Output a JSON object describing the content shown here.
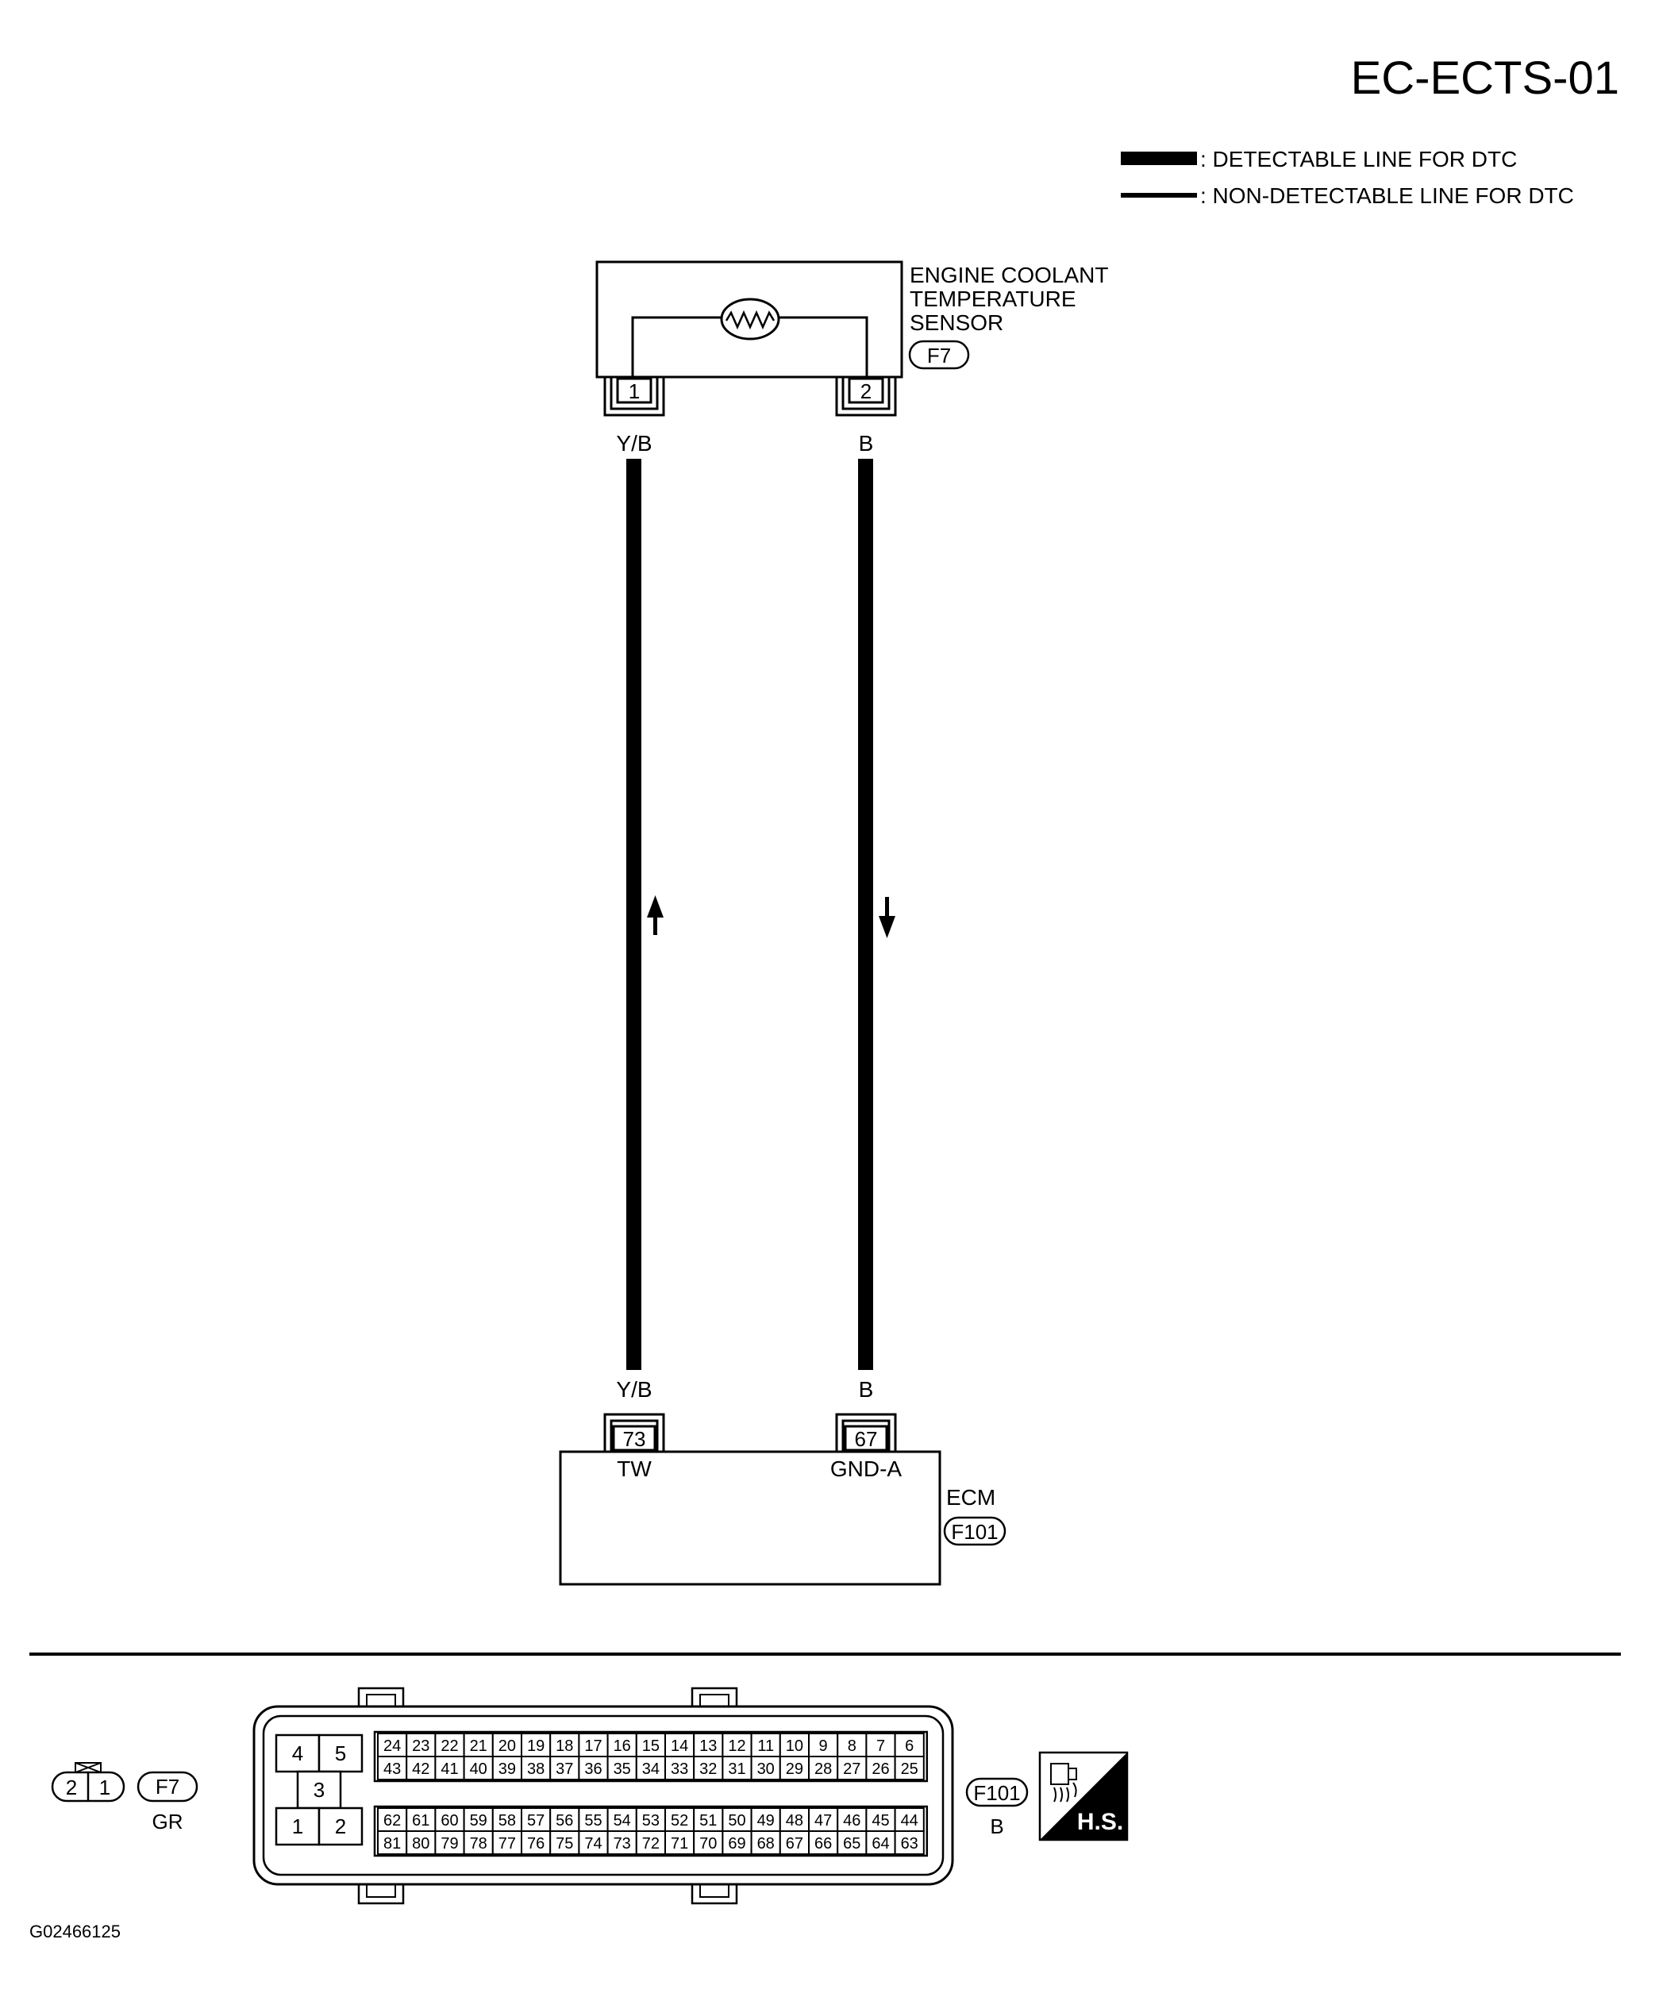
{
  "title": "EC-ECTS-01",
  "legend": [
    {
      "style": "thick",
      "label": ": DETECTABLE LINE FOR DTC"
    },
    {
      "style": "thin",
      "label": ": NON-DETECTABLE LINE FOR DTC"
    }
  ],
  "sensor": {
    "name_lines": [
      "ENGINE COOLANT",
      "TEMPERATURE",
      "SENSOR"
    ],
    "connector": "F7",
    "pins": [
      "1",
      "2"
    ]
  },
  "wires": [
    {
      "color_top": "Y/B",
      "color_bottom": "Y/B",
      "ecm_pin": "73",
      "signal": "TW",
      "flow": "up"
    },
    {
      "color_top": "B",
      "color_bottom": "B",
      "ecm_pin": "67",
      "signal": "GND-A",
      "flow": "down"
    }
  ],
  "ecm": {
    "name": "ECM",
    "connector": "F101"
  },
  "connector_views": {
    "f7": {
      "cavities": [
        "2",
        "1"
      ],
      "code": "F7",
      "color": "GR"
    },
    "f101": {
      "code": "F101",
      "color": "B",
      "big_pins": [
        "4",
        "5",
        "3",
        "1",
        "2"
      ],
      "row1": [
        "24",
        "23",
        "22",
        "21",
        "20",
        "19",
        "18",
        "17",
        "16",
        "15",
        "14",
        "13",
        "12",
        "11",
        "10",
        "9",
        "8",
        "7",
        "6"
      ],
      "row2": [
        "43",
        "42",
        "41",
        "40",
        "39",
        "38",
        "37",
        "36",
        "35",
        "34",
        "33",
        "32",
        "31",
        "30",
        "29",
        "28",
        "27",
        "26",
        "25"
      ],
      "row3": [
        "62",
        "61",
        "60",
        "59",
        "58",
        "57",
        "56",
        "55",
        "54",
        "53",
        "52",
        "51",
        "50",
        "49",
        "48",
        "47",
        "46",
        "45",
        "44"
      ],
      "row4": [
        "81",
        "80",
        "79",
        "78",
        "77",
        "76",
        "75",
        "74",
        "73",
        "72",
        "71",
        "70",
        "69",
        "68",
        "67",
        "66",
        "65",
        "64",
        "63"
      ]
    },
    "hs_badge": "H.S."
  },
  "figure_id": "G02466125"
}
